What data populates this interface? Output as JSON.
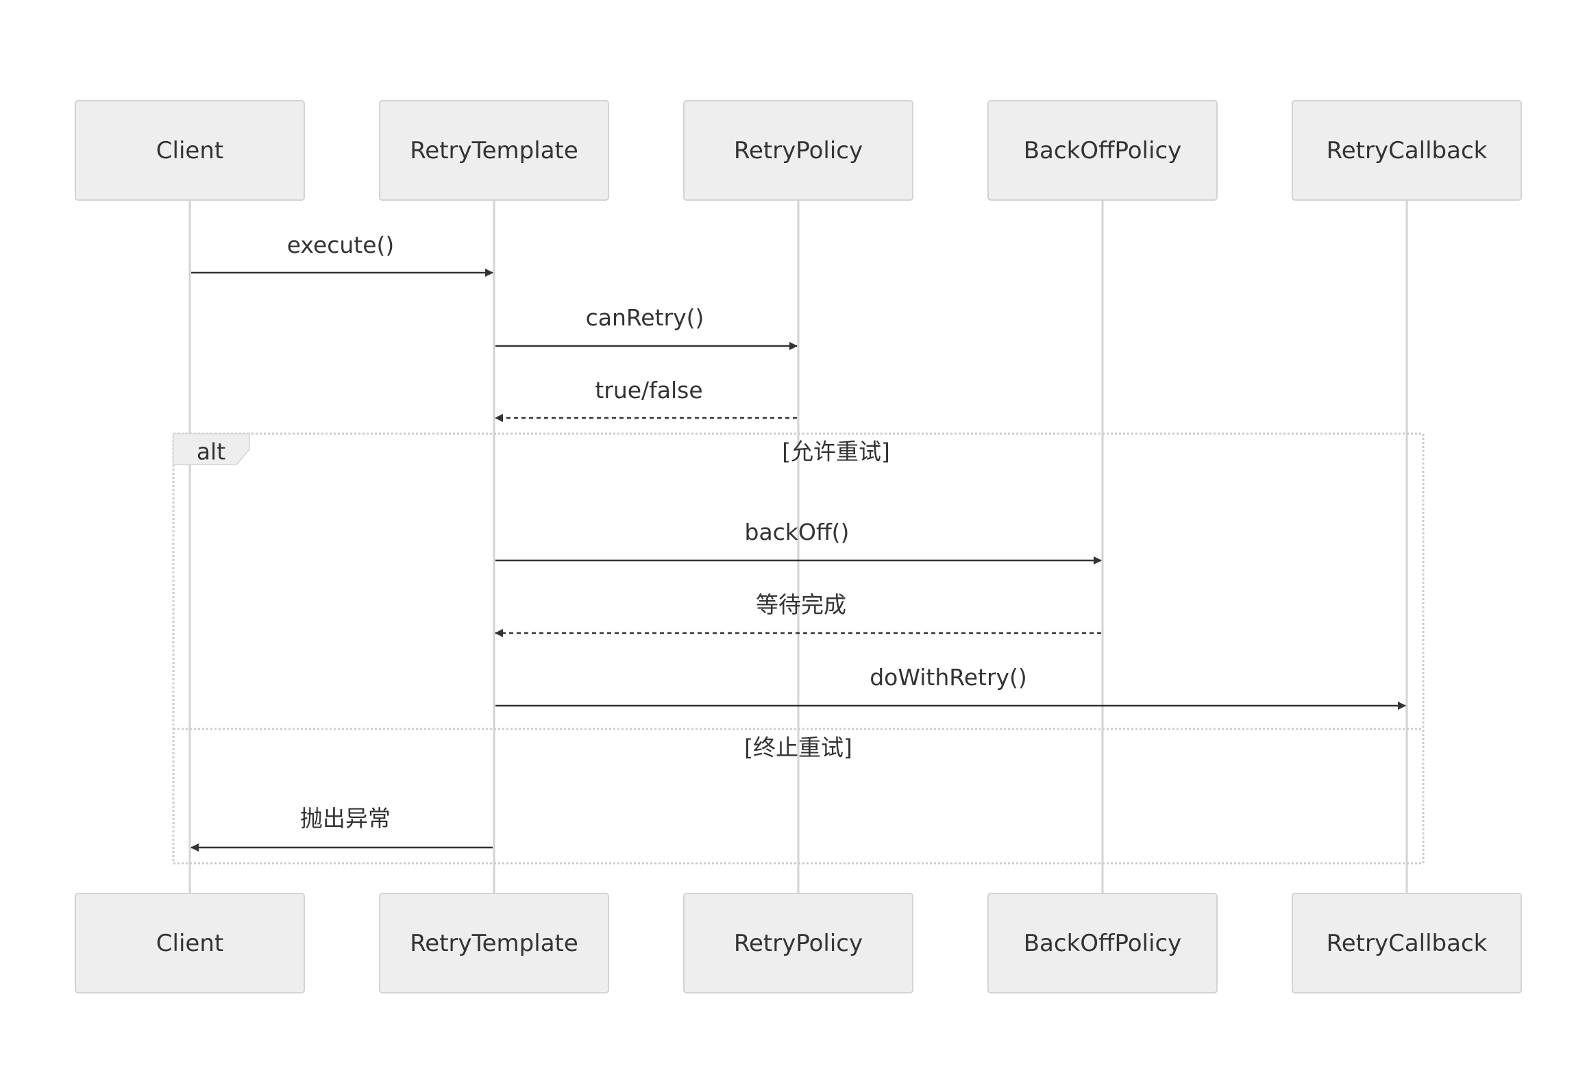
{
  "participants": [
    {
      "id": "client",
      "label": "Client"
    },
    {
      "id": "retry-template",
      "label": "RetryTemplate"
    },
    {
      "id": "retry-policy",
      "label": "RetryPolicy"
    },
    {
      "id": "backoff-policy",
      "label": "BackOffPolicy"
    },
    {
      "id": "retry-callback",
      "label": "RetryCallback"
    }
  ],
  "messages": [
    {
      "from": 0,
      "to": 1,
      "label": "execute()",
      "style": "solid"
    },
    {
      "from": 1,
      "to": 2,
      "label": "canRetry()",
      "style": "solid"
    },
    {
      "from": 2,
      "to": 1,
      "label": "true/false",
      "style": "dashed"
    },
    {
      "from": 1,
      "to": 3,
      "label": "backOff()",
      "style": "solid"
    },
    {
      "from": 3,
      "to": 1,
      "label": "等待完成",
      "style": "dashed"
    },
    {
      "from": 1,
      "to": 4,
      "label": "doWithRetry()",
      "style": "solid"
    },
    {
      "from": 1,
      "to": 0,
      "label": "抛出异常",
      "style": "solid"
    }
  ],
  "alt_frame": {
    "kind": "alt",
    "condition_1": "[允许重试]",
    "condition_2": "[终止重试]"
  }
}
